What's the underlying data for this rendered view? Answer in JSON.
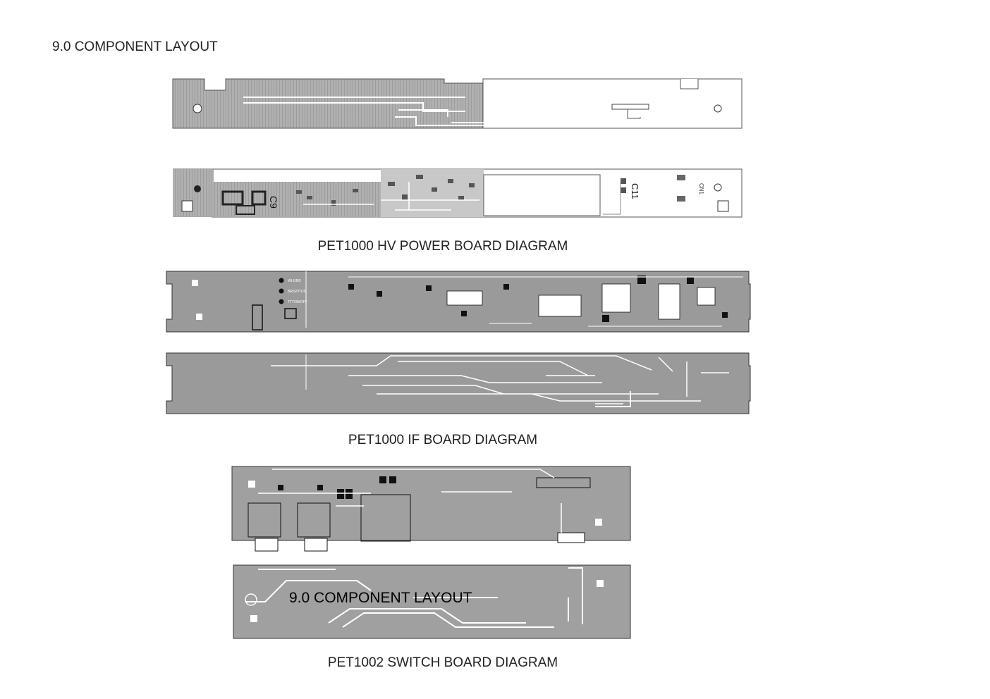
{
  "page": {
    "heading": "9.0 COMPONENT LAYOUT",
    "overlay_heading": "9.0 COMPONENT LAYOUT"
  },
  "boards": [
    {
      "caption": "PET1000 HV POWER BOARD DIAGRAM",
      "labels": [
        "C9",
        "C11",
        "CN1"
      ]
    },
    {
      "caption": "PET1000 IF BOARD DIAGRAM",
      "labels": [
        "BRIGHTON",
        "TTTON/OFF"
      ]
    },
    {
      "caption": "PET1002 SWITCH BOARD DIAGRAM",
      "labels": []
    }
  ],
  "colors": {
    "board_fill": "#9a9a9a",
    "board_fill_light": "#b5b5b5",
    "trace": "#ffffff",
    "outline": "#333333"
  }
}
